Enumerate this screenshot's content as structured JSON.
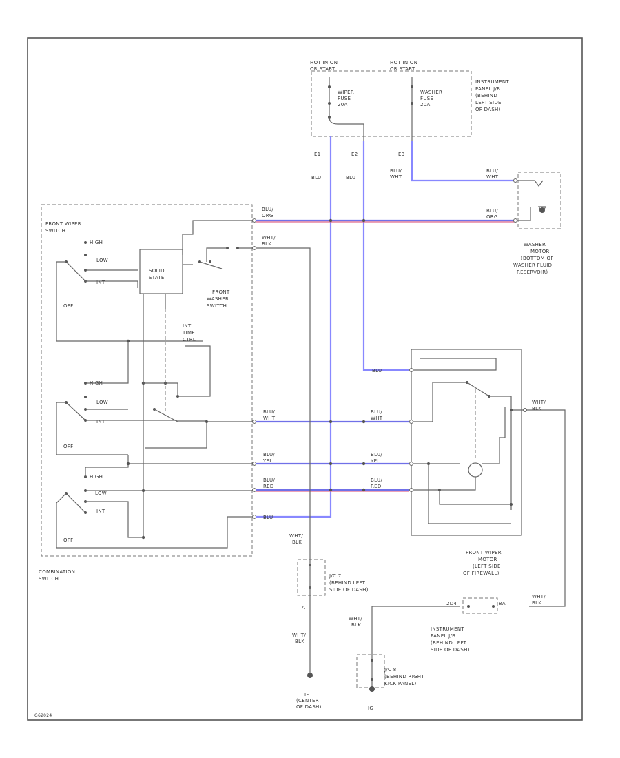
{
  "labels": {
    "hot_run_1": [
      "HOT IN ON",
      "OR START"
    ],
    "hot_run_2": [
      "HOT IN ON",
      "OR START"
    ],
    "wiper_fuse": [
      "WIPER",
      "FUSE",
      "20A"
    ],
    "washer_fuse": [
      "WASHER",
      "FUSE",
      "20A"
    ],
    "instrument_panel_jb_top": [
      "INSTRUMENT",
      "PANEL J/B",
      "(BEHIND",
      "LEFT SIDE",
      "OF DASH)"
    ],
    "conn_e1": "E1",
    "conn_e2": "E2",
    "conn_e3": "E3",
    "front_wiper_switch": [
      "FRONT WIPER",
      "SWITCH"
    ],
    "solid_state": [
      "SOLID",
      "STATE"
    ],
    "front_washer_switch": [
      "FRONT",
      "WASHER",
      "SWITCH"
    ],
    "int_time_ctrl": [
      "INT",
      "TIME",
      "CTRL"
    ],
    "high_1": "HIGH",
    "low_1": "LOW",
    "int_1": "INT",
    "off_1": "OFF",
    "high_2": "HIGH",
    "low_2": "LOW",
    "int_2": "INT",
    "off_2": "OFF",
    "high_3": "HIGH",
    "low_3": "LOW",
    "int_3": "INT",
    "off_3": "OFF",
    "combination_switch": [
      "COMBINATION",
      "SWITCH"
    ],
    "washer_motor": [
      "WASHER",
      "MOTOR",
      "(BOTTOM OF",
      "WASHER FLUID",
      "RESERVOIR)"
    ],
    "front_wiper_motor": [
      "FRONT WIPER",
      "MOTOR",
      "(LEFT SIDE",
      "OF FIREWALL)"
    ],
    "instrument_panel_jb_bottom": [
      "INSTRUMENT",
      "PANEL J/B",
      "(BEHIND LEFT",
      "SIDE OF DASH)"
    ],
    "jc7": [
      "J/C 7",
      "(BEHIND LEFT",
      "SIDE OF DASH)"
    ],
    "jc8": [
      "J/C 8",
      "(BEHIND RIGHT",
      "KICK PANEL)"
    ],
    "ground_if": [
      "IF",
      "(CENTER",
      "OF DASH)"
    ],
    "ground_ig": "IG",
    "wire_blu_1": "BLU",
    "wire_blu_2": "BLU",
    "wire_blu_wht_top": [
      "BLU/",
      "WHT"
    ],
    "wire_blu_wht_motor": [
      "BLU/",
      "WHT"
    ],
    "wire_blu_org_motor": [
      "BLU/",
      "ORG"
    ],
    "wire_blu_org_sw": [
      "BLU/",
      "ORG"
    ],
    "wire_wht_blk_sw": [
      "WHT/",
      "BLK"
    ],
    "wire_blu_motor_in": "BLU",
    "wire_blu_wht_sw": [
      "BLU/",
      "WHT"
    ],
    "wire_blu_wht_mid": [
      "BLU/",
      "WHT"
    ],
    "wire_blu_yel_sw": [
      "BLU/",
      "YEL"
    ],
    "wire_blu_yel_mid": [
      "BLU/",
      "YEL"
    ],
    "wire_blu_red_sw": [
      "BLU/",
      "RED"
    ],
    "wire_blu_red_mid": [
      "BLU/",
      "RED"
    ],
    "wire_blu_bot": "BLU",
    "wire_wht_blk_motor": [
      "WHT/",
      "BLK"
    ],
    "wire_wht_blk_gnd1": [
      "WHT/",
      "BLK"
    ],
    "wire_wht_blk_gnd2": [
      "WHT/",
      "BLK"
    ],
    "wire_wht_blk_gnd3": [
      "WHT/",
      "BLK"
    ],
    "wire_wht_blk_jb": [
      "WHT/",
      "BLK"
    ],
    "pin_2d4": "2D4",
    "pin_8a": "8A",
    "pin_a": "A",
    "doc_id": "G62024"
  },
  "colors": {
    "wire_blue": "#8888ff",
    "wire_red": "#e06a8c",
    "line": "#666666"
  }
}
